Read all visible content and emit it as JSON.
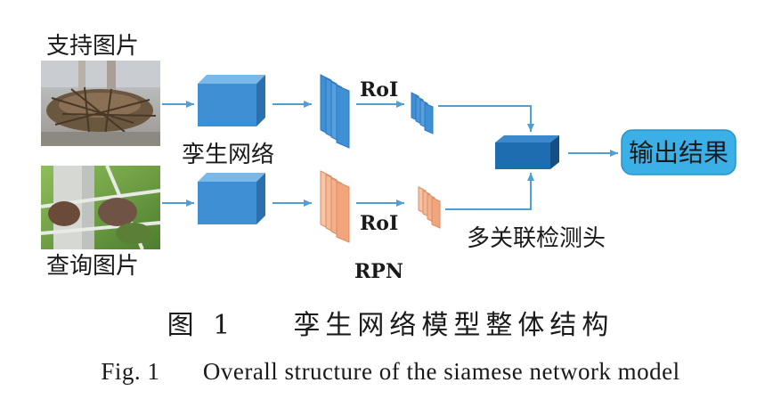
{
  "labels": {
    "support_image": "支持图片",
    "query_image": "查询图片",
    "siamese_network": "孪生网络",
    "roi_top": "RoI",
    "roi_bottom": "RoI",
    "rpn": "RPN",
    "multi_relation_head": "多关联检测头",
    "output": "输出结果"
  },
  "caption": {
    "cn_number": "图 1",
    "cn_title": "孪生网络模型整体结构",
    "en_number": "Fig. 1",
    "en_title": "Overall structure of the siamese network model"
  },
  "colors": {
    "block_blue": "#3f8fd4",
    "block_blue_top": "#7bb8ea",
    "block_blue_side": "#2a6fae",
    "fusion_dark": "#1e6db0",
    "proposal_orange": "#f4b08a",
    "output_box": "#3bb0e6",
    "arrow": "#5aa6d6"
  }
}
